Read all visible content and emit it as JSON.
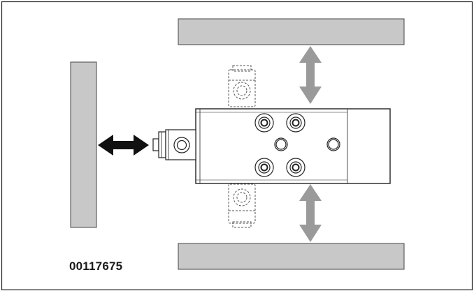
{
  "figure_id": "00117675",
  "colors": {
    "wall_fill": "#c8c8c8",
    "wall_stroke": "#444444",
    "arrow_black": "#111111",
    "arrow_gray": "#9a9a9a",
    "frame": "#222222"
  },
  "parts": {
    "walls": [
      "top-wall",
      "bottom-wall",
      "left-wall"
    ],
    "arrows": [
      "top-clearance-arrow",
      "bottom-clearance-arrow",
      "left-clearance-arrow"
    ],
    "ports_large": 4,
    "ports_small": 2
  }
}
